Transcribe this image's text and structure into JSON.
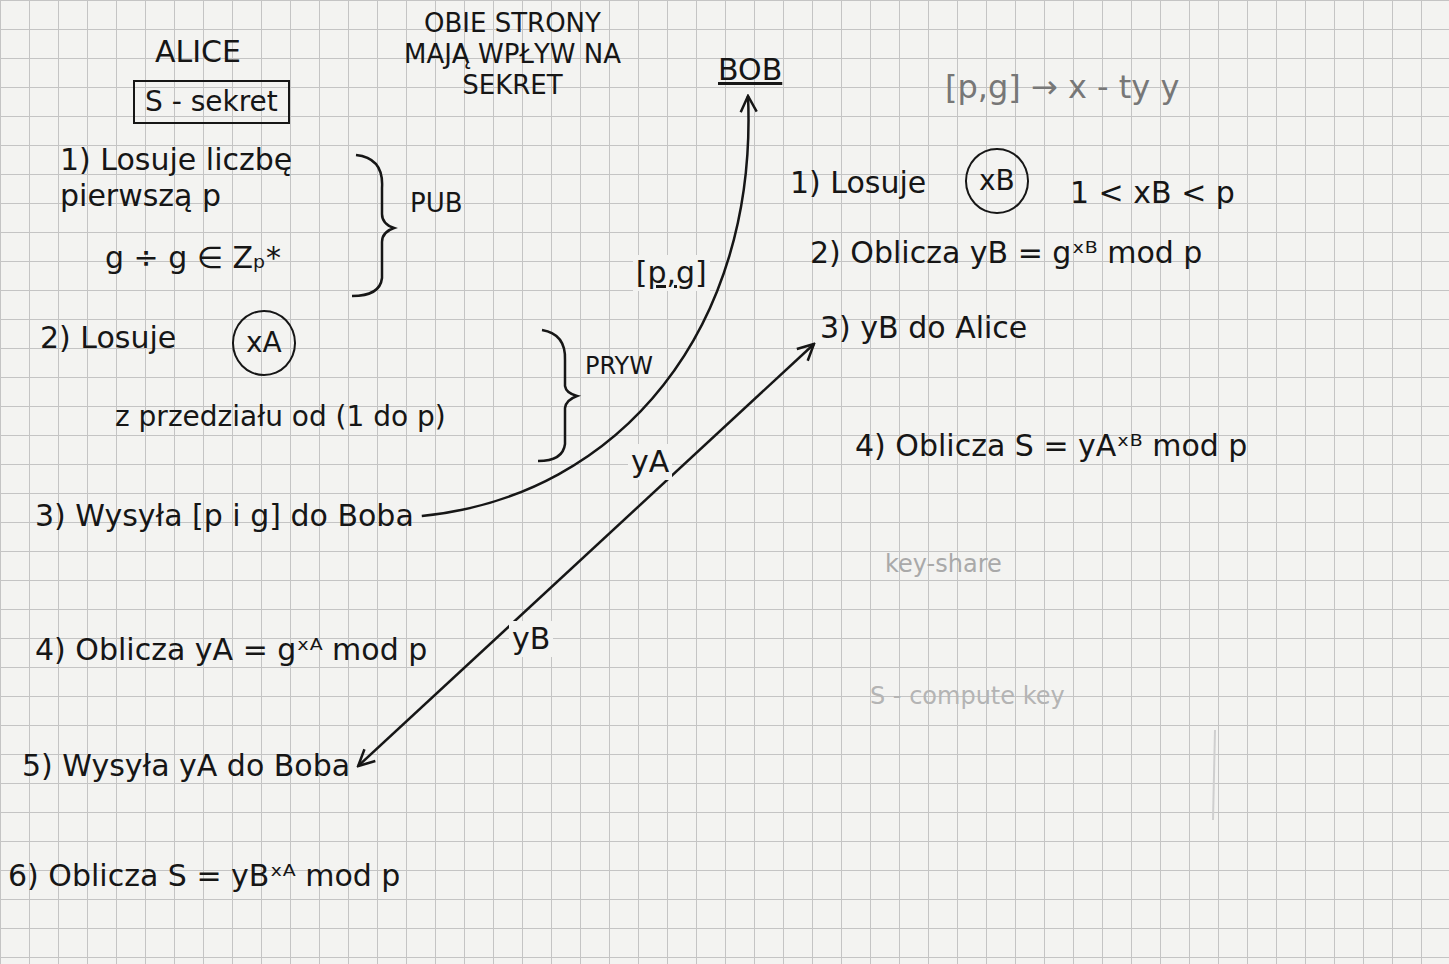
{
  "diagram": {
    "nodes": [
      {
        "text": [
          "ALICE"
        ]
      },
      {
        "text": [
          "S - sekret"
        ]
      },
      {
        "text": [
          "BOB"
        ]
      },
      {
        "text": [
          "3) Wysyła [p i g] do Boba"
        ]
      },
      {
        "text": [
          "5) Wysyła yA do Boba"
        ]
      },
      {
        "text": [
          "3) yB do Alice"
        ]
      },
      {
        "text": [
          "xA"
        ]
      },
      {
        "text": [
          "xB"
        ]
      }
    ],
    "edges": [
      {
        "from": 3,
        "to": 2,
        "arrow": "to",
        "label": "[p,g]"
      },
      {
        "from": 4,
        "to": 5,
        "arrow": "both",
        "label": "yA"
      }
    ],
    "labels": [
      "OBIE STRONY MAJĄ WPŁYW NA SEKRET",
      "1) Losuje liczbę pierwszą p",
      "g ÷ g ∈ Zₚ*",
      "PUB",
      "2) Losuje",
      "z przedziału od (1 do p)",
      "PRYW",
      "4) Oblicza yA = gˣᴬ mod p",
      "6) Oblicza S = yBˣᴬ mod p",
      "[p,g] → x - ty y",
      "1) Losuje",
      "1 < xB < p",
      "2) Oblicza yB = gˣᴮ mod p",
      "4) Oblicza S = yAˣᴮ mod p",
      "yB",
      "key-share",
      "S - compute key"
    ]
  }
}
